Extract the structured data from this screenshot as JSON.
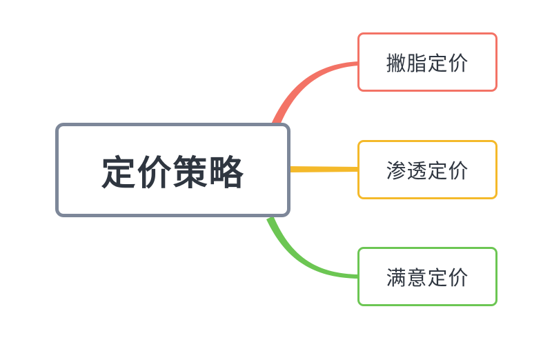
{
  "root": {
    "label": "定价策略"
  },
  "branches": [
    {
      "label": "撇脂定价",
      "color": "#f37366"
    },
    {
      "label": "渗透定价",
      "color": "#f4b92a"
    },
    {
      "label": "满意定价",
      "color": "#6cc653"
    }
  ]
}
